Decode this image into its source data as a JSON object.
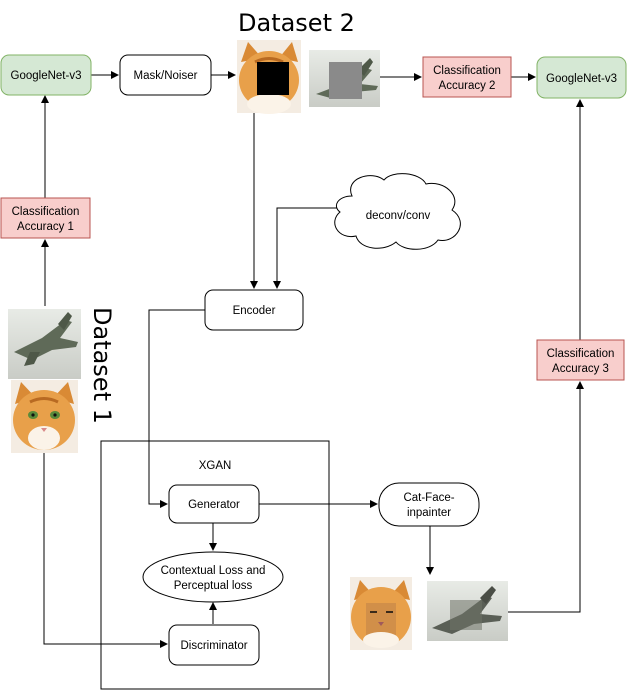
{
  "titles": {
    "dataset2": "Dataset 2",
    "dataset1": "Dataset 1"
  },
  "nodes": {
    "googlenet_left": "GoogleNet-v3",
    "googlenet_right": "GoogleNet-v3",
    "mask_noiser": "Mask/Noiser",
    "classification_acc_1": [
      "Classification",
      "Accuracy 1"
    ],
    "classification_acc_2": [
      "Classification",
      "Accuracy 2"
    ],
    "classification_acc_3": [
      "Classification",
      "Accuracy 3"
    ],
    "deconv_conv": "deconv/conv",
    "encoder": "Encoder",
    "xgan": "XGAN",
    "generator": "Generator",
    "contextual_loss": [
      "Contextual Loss and",
      "Perceptual loss"
    ],
    "discriminator": "Discriminator",
    "cat_face_inpainter": [
      "Cat-Face-",
      "inpainter"
    ]
  },
  "colors": {
    "green_fill": "#d5e8d4",
    "green_stroke": "#82b366",
    "red_fill": "#f8cecc",
    "red_stroke": "#b85450",
    "cat_orange": "#e8a04a",
    "plane_gray": "#6f7a66"
  },
  "images": {
    "dataset2_cat": "masked-cat-photo",
    "dataset2_plane": "masked-jet-photo",
    "dataset1_plane": "jet-photo",
    "dataset1_cat": "cat-photo",
    "output_cat": "inpainted-cat-photo",
    "output_plane": "inpainted-jet-photo"
  }
}
